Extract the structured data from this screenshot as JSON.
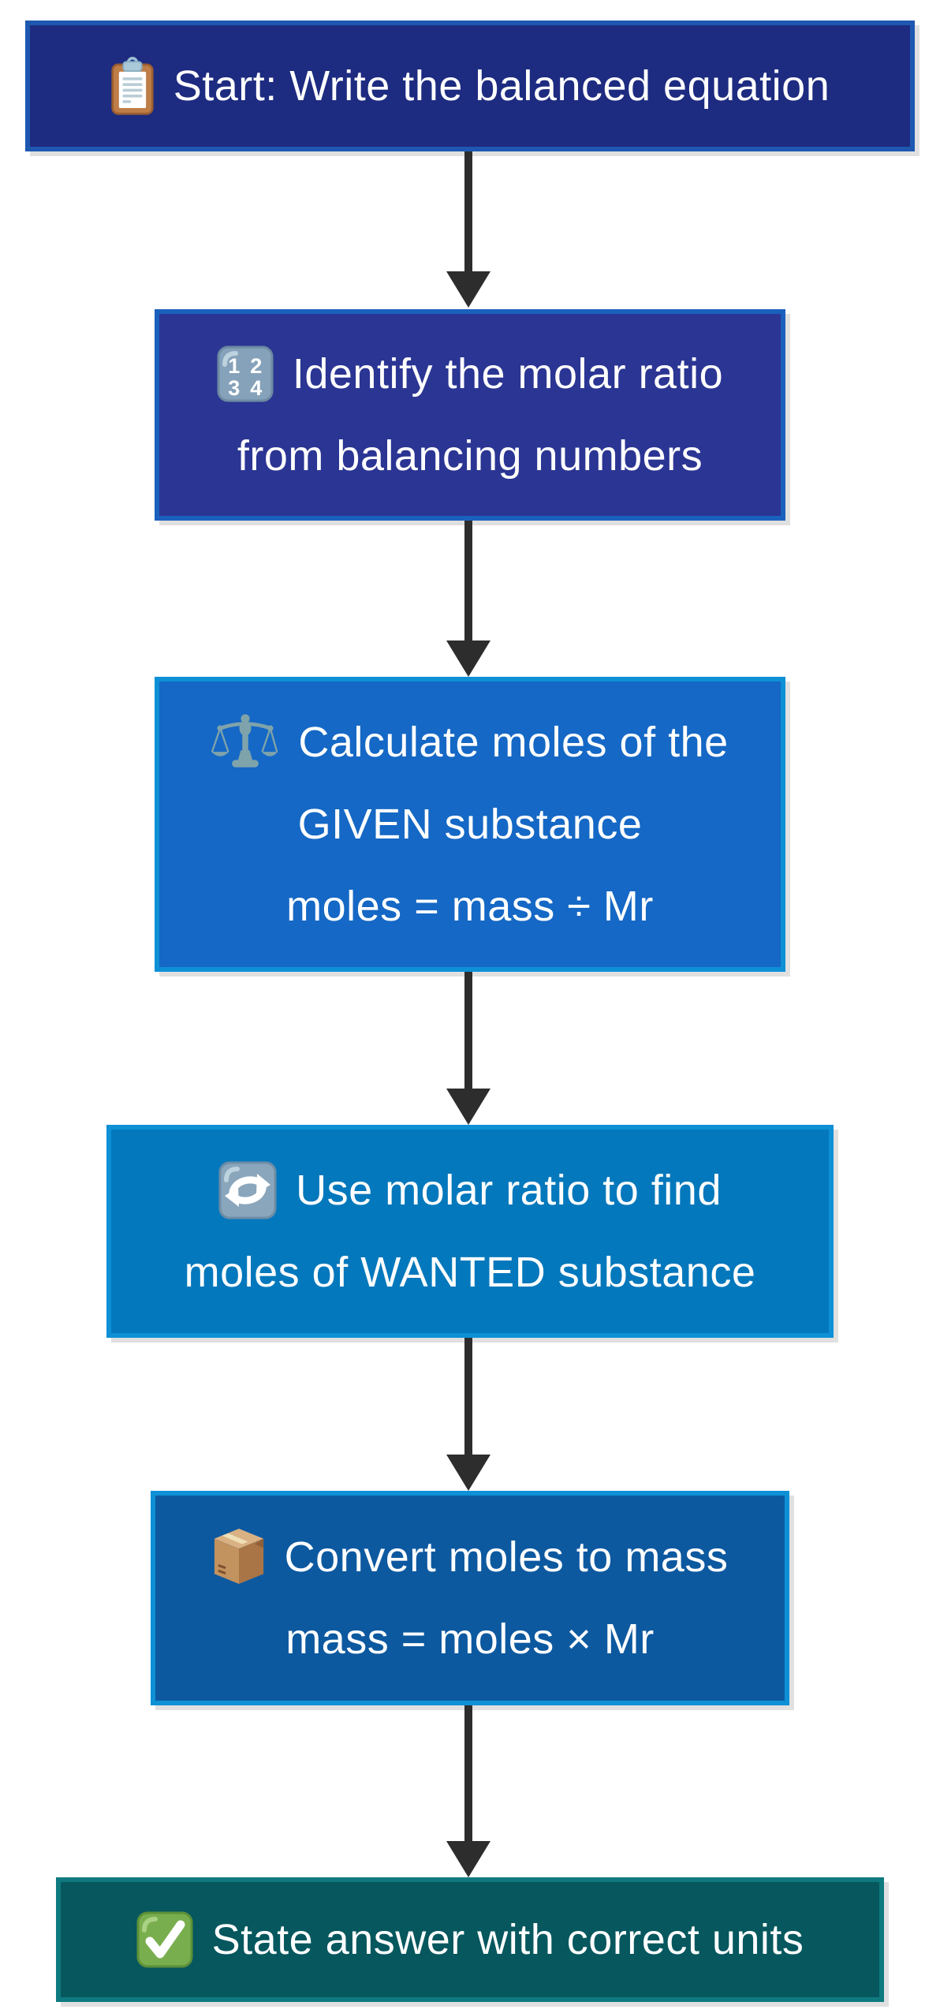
{
  "flowchart": {
    "arrow_color": "#2d2d2d",
    "background": "#ffffff",
    "text_color": "#ffffff",
    "nodes": [
      {
        "id": "start",
        "icon": "clipboard-icon",
        "fill": "#1d2b80",
        "border": "#1e58b0",
        "lines": [
          "Start: Write the balanced equation"
        ]
      },
      {
        "id": "identify-molar-ratio",
        "icon": "input-numbers-icon",
        "fill": "#2b3593",
        "border": "#1a61bd",
        "lines": [
          "Identify the molar ratio",
          "from balancing numbers"
        ]
      },
      {
        "id": "calculate-moles-given",
        "icon": "balance-scale-icon",
        "fill": "#1568c5",
        "border": "#0e90d6",
        "lines": [
          "Calculate moles of the",
          "GIVEN substance",
          "moles = mass ÷ Mr"
        ]
      },
      {
        "id": "use-molar-ratio",
        "icon": "cycle-arrows-icon",
        "fill": "#0478bc",
        "border": "#0e90d6",
        "lines": [
          "Use molar ratio to find",
          "moles of WANTED substance"
        ]
      },
      {
        "id": "convert-moles-to-mass",
        "icon": "package-icon",
        "fill": "#0d59a0",
        "border": "#0e90d6",
        "lines": [
          "Convert moles to mass",
          "mass = moles × Mr"
        ]
      },
      {
        "id": "state-answer",
        "icon": "check-mark-icon",
        "fill": "#06575e",
        "border": "#0e7a80",
        "lines": [
          "State answer with correct units"
        ]
      }
    ]
  }
}
